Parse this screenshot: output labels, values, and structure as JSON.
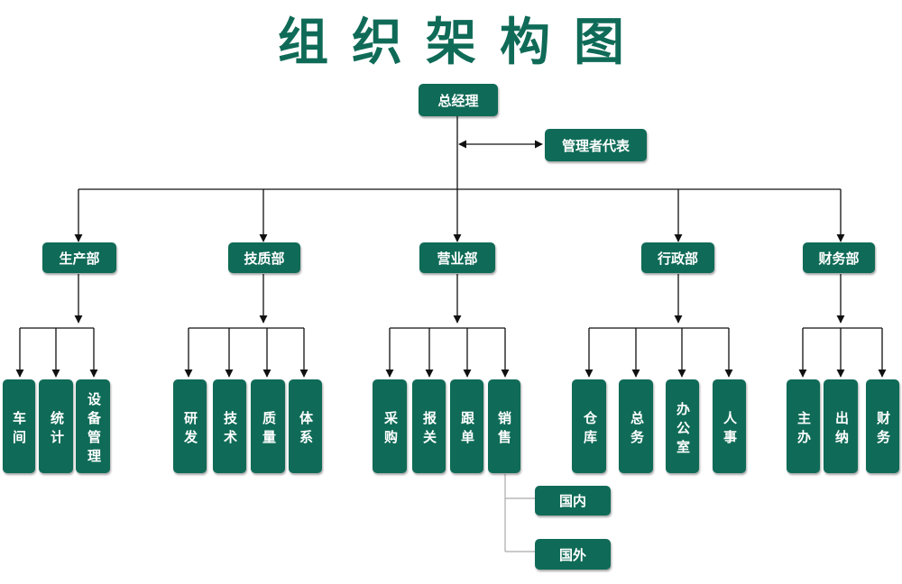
{
  "title": "组织架构图",
  "colors": {
    "box": "#0f6b57",
    "line": "#111111"
  },
  "top": {
    "gm": "总经理",
    "rep": "管理者代表"
  },
  "departments": [
    {
      "name": "生产部",
      "children": [
        "车间",
        "统计",
        "设备管理"
      ]
    },
    {
      "name": "技质部",
      "children": [
        "研发",
        "技术",
        "质量",
        "体系"
      ]
    },
    {
      "name": "营业部",
      "children": [
        "采购",
        "报关",
        "跟单",
        "销售"
      ]
    },
    {
      "name": "行政部",
      "children": [
        "仓库",
        "总务",
        "办公室",
        "人事"
      ]
    },
    {
      "name": "财务部",
      "children": [
        "主办",
        "出纳",
        "财务"
      ]
    }
  ],
  "sales_sub": [
    "国内",
    "国外"
  ]
}
